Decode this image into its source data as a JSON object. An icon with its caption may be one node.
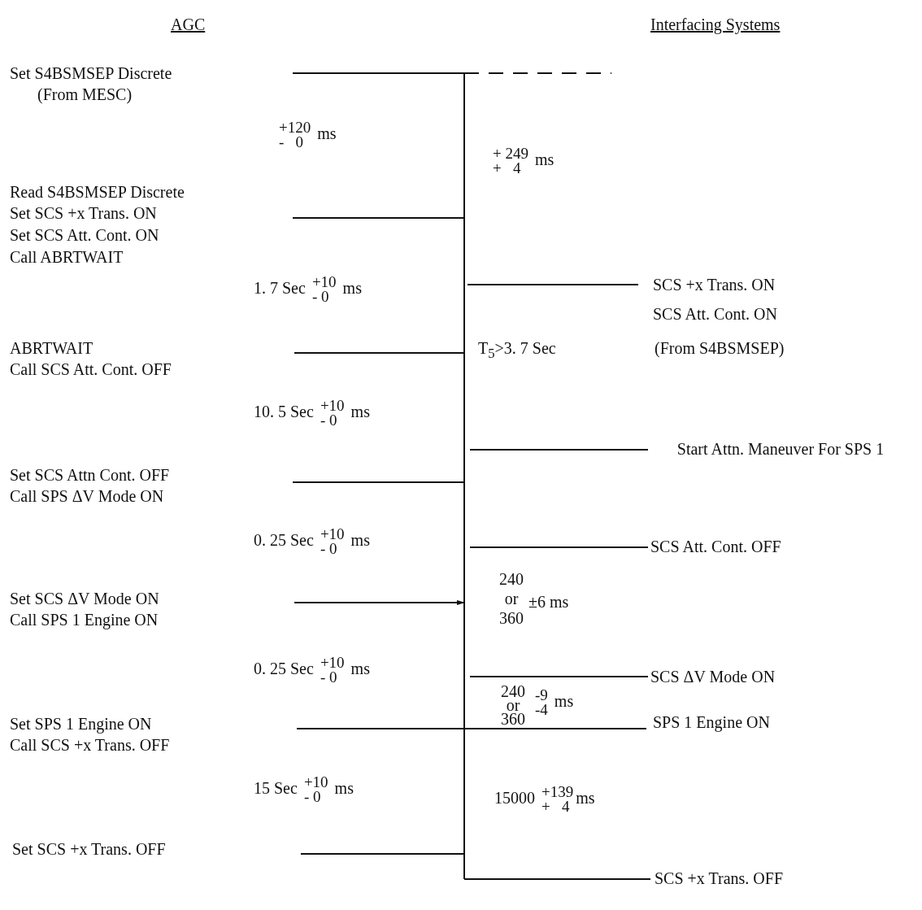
{
  "diagram": {
    "labels": [
      "AGC",
      "Interfacing Systems",
      "Set S4BSMSEP Discrete",
      "(From MESC)",
      "$^{+120}$$_{-   0}$ ms",
      "$^{+ 249}$$_{+   4}$ ms",
      "Read S4BSMSEP Discrete",
      "Set SCS +x Trans. ON",
      "Set SCS Att. Cont. ON",
      "Call ABRTWAIT",
      "1. 7 Sec $^{+10}$$_{- 0}$ ms",
      "SCS +x Trans. ON",
      "SCS Att. Cont. ON",
      "ABRTWAIT",
      "Call SCS Att. Cont. OFF",
      "T$_{5}$>3. 7 Sec",
      "(From S4BSMSEP)",
      "10. 5 Sec $^{+10}$$_{- 0}$ ms",
      "Start Attn. Maneuver For SPS 1",
      "Set SCS Attn Cont. OFF",
      "Call SPS ΔV Mode ON",
      "0. 25 Sec $^{+10}$$_{- 0}$ ms",
      "SCS Att. Cont. OFF",
      "240 or 360",
      "±6 ms",
      "Set SCS ΔV Mode ON",
      "Call SPS 1 Engine ON",
      "0. 25 Sec $^{+10}$$_{- 0}$ ms",
      "SCS ΔV Mode ON",
      "240 or 360",
      "$^{-9}$$_{-4}$ ms",
      "SPS 1 Engine ON",
      "Set SPS 1 Engine ON",
      "Call SCS +x Trans. OFF",
      "15 Sec $^{+10}$$_{- 0}$ ms",
      "15000 $^{+139}$$_{+   4}$ms",
      "Set SCS +x Trans. OFF",
      "SCS +x Trans. OFF"
    ]
  }
}
